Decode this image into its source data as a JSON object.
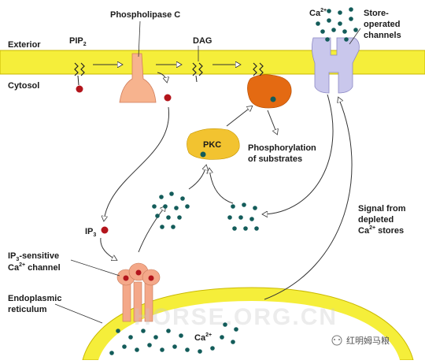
{
  "diagram": {
    "labels": {
      "exterior": "Exterior",
      "cytosol": "Cytosol",
      "phospholipase_c": "Phospholipase C",
      "pip2": "PIP",
      "pip2_sub": "2",
      "dag": "DAG",
      "ca_top": "Ca",
      "ca_top_sup": "2+",
      "store_operated_1": "Store-",
      "store_operated_2": "operated",
      "store_operated_3": "channels",
      "pkc": "PKC",
      "phosphorylation_1": "Phosphorylation",
      "phosphorylation_2": "of substrates",
      "ip3": "IP",
      "ip3_sub": "3",
      "ip3_channel_1": "IP",
      "ip3_channel_1_sub": "3",
      "ip3_channel_1_rest": "-sensitive",
      "ip3_channel_2": "Ca",
      "ip3_channel_2_sup": "2+",
      "ip3_channel_2_rest": " channel",
      "signal_1": "Signal from",
      "signal_2": "depleted",
      "signal_3": "Ca",
      "signal_3_sup": "2+",
      "signal_3_rest": " stores",
      "er_1": "Endoplasmic",
      "er_2": "reticulum",
      "ca_er": "Ca",
      "ca_er_sup": "2+"
    },
    "watermark": {
      "text": "HORSE.ORG.CN",
      "source": "红明姆马粮"
    },
    "colors": {
      "membrane": "#f5ee3a",
      "membrane_edge": "#c9b800",
      "phospholipase": "#f7b38e",
      "pkc_membrane": "#e46a12",
      "pkc_cyto": "#f2c330",
      "store_channel": "#c9c7ec",
      "ip3_channel": "#f4a889",
      "calcium_dot": "#135c5a",
      "ip3_dot": "#b3151c"
    }
  }
}
